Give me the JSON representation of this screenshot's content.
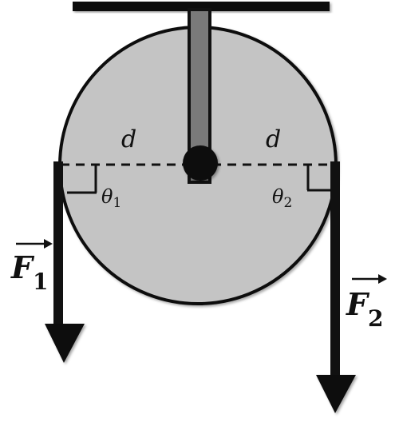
{
  "labels": {
    "d_left": "d",
    "d_right": "d",
    "theta1_symbol": "θ",
    "theta1_sub": "1",
    "theta2_symbol": "θ",
    "theta2_sub": "2",
    "force1_symbol": "F",
    "force1_sub": "1",
    "force2_symbol": "F",
    "force2_sub": "2"
  },
  "colors": {
    "pulley_fill": "#c4c4c4",
    "stroke": "#111111",
    "axle_rod": "#7a7a7a",
    "background": "#ffffff"
  }
}
